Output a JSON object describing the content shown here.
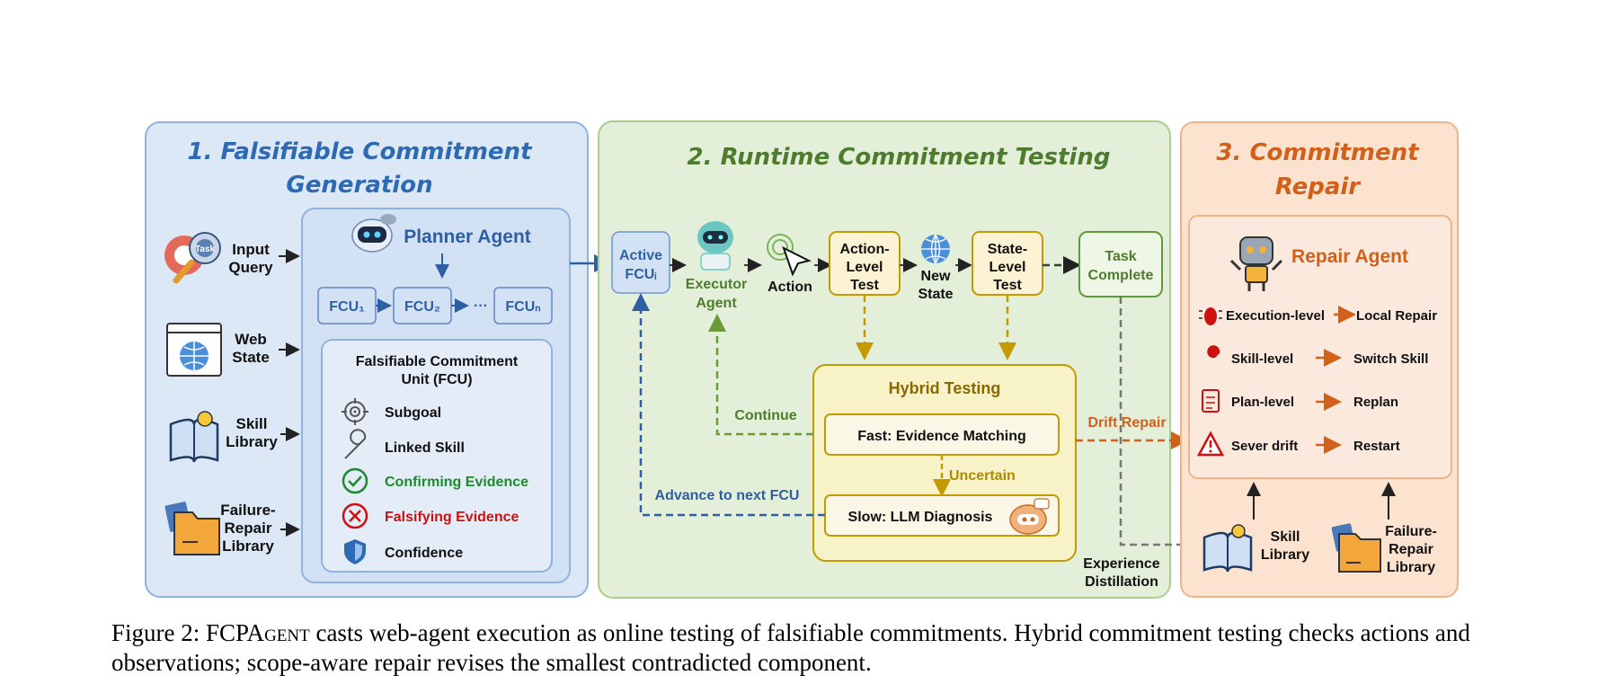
{
  "panel1": {
    "title_line1": "1. Falsifiable Commitment",
    "title_line2": "Generation",
    "inputs": [
      {
        "line1": "Input",
        "line2": "Query",
        "line3": "",
        "icon": "task-magnifier-icon"
      },
      {
        "line1": "Web",
        "line2": "State",
        "line3": "",
        "icon": "web-browser-icon"
      },
      {
        "line1": "Skill",
        "line2": "Library",
        "line3": "",
        "icon": "book-lightbulb-icon"
      },
      {
        "line1": "Failure-",
        "line2": "Repair",
        "line3": "Library",
        "icon": "folder-icon"
      }
    ],
    "task_icon_text": "Task",
    "planner_label": "Planner Agent",
    "fcu_chain": {
      "fcu1": "FCU₁",
      "fcu2": "FCU₂",
      "ellipsis": "···",
      "fcun": "FCUₙ"
    },
    "fcu_box": {
      "title_line1": "Falsifiable Commitment",
      "title_line2": "Unit (FCU)",
      "items": [
        {
          "label": "Subgoal",
          "color": "#111111",
          "icon": "target-icon"
        },
        {
          "label": "Linked Skill",
          "color": "#111111",
          "icon": "wrench-icon"
        },
        {
          "label": "Confirming Evidence",
          "color": "#1e8a2e",
          "icon": "check-circle-icon"
        },
        {
          "label": "Falsifying Evidence",
          "color": "#cc1111",
          "icon": "x-circle-icon"
        },
        {
          "label": "Confidence",
          "color": "#111111",
          "icon": "shield-icon"
        }
      ]
    }
  },
  "panel2": {
    "title": "2. Runtime Commitment Testing",
    "active_fcu_line1": "Active",
    "active_fcu_line2": "FCUᵢ",
    "executor_line1": "Executor",
    "executor_line2": "Agent",
    "action": "Action",
    "action_test": [
      "Action-",
      "Level",
      "Test"
    ],
    "new_state_line1": "New",
    "new_state_line2": "State",
    "state_test": [
      "State-",
      "Level",
      "Test"
    ],
    "task_complete_line1": "Task",
    "task_complete_line2": "Complete",
    "hybrid_title": "Hybrid Testing",
    "fast": "Fast: Evidence Matching",
    "uncertain": "Uncertain",
    "slow": "Slow: LLM Diagnosis",
    "continue": "Continue",
    "advance": "Advance to next FCU",
    "drift_repair": "Drift  Repair",
    "experience_line1": "Experience",
    "experience_line2": "Distillation"
  },
  "panel3": {
    "title_line1": "3. Commitment",
    "title_line2": "Repair",
    "repair_agent": "Repair Agent",
    "rows": [
      {
        "level": "Execution-level",
        "action": "Local Repair",
        "icon": "bug-icon"
      },
      {
        "level": "Skill-level",
        "action": "Switch Skill",
        "icon": "wrench-icon"
      },
      {
        "level": "Plan-level",
        "action": "Replan",
        "icon": "clipboard-icon"
      },
      {
        "level": "Sever drift",
        "action": "Restart",
        "icon": "warning-icon"
      }
    ],
    "skill_line1": "Skill",
    "skill_line2": "Library",
    "frl_line1": "Failure-",
    "frl_line2": "Repair",
    "frl_line3": "Library"
  },
  "colors": {
    "blue": "#2e5fa3",
    "green": "#4e7c2e",
    "orange": "#d2601a",
    "gold": "#c59a00",
    "panel1_bg": "#dde8f6",
    "panel2_bg": "#e3efd8",
    "panel3_bg": "#fce3d0"
  },
  "caption": {
    "prefix": "Figure 2: FCPA",
    "smallcaps": "gent",
    "rest": " casts web-agent execution as online testing of falsifiable commitments. Hybrid commitment testing checks actions and observations; scope-aware repair revises the smallest contradicted component."
  }
}
